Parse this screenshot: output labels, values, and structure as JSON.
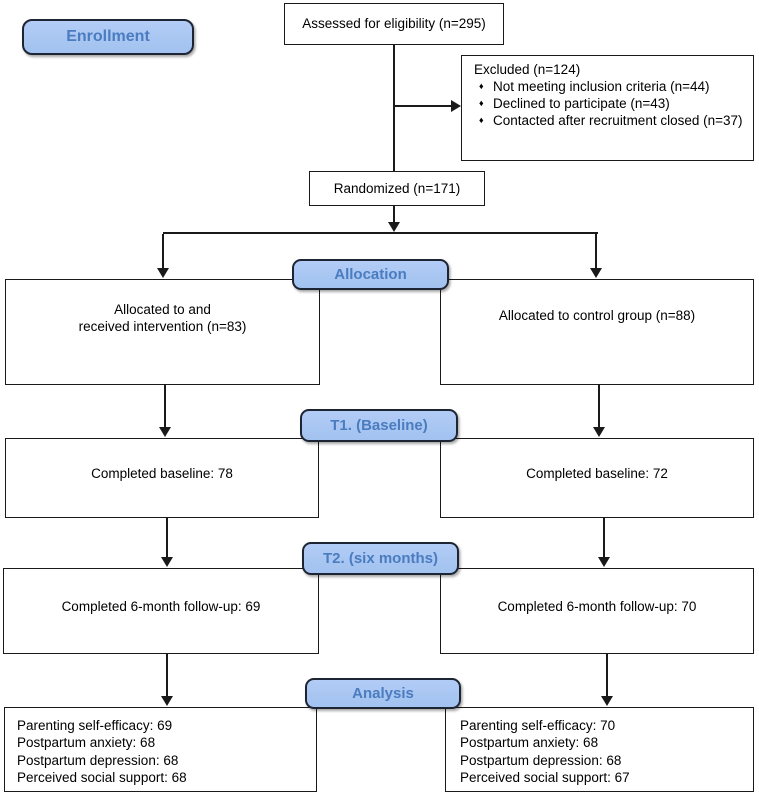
{
  "stages": {
    "enrollment": "Enrollment",
    "allocation": "Allocation",
    "t1": "T1. (Baseline)",
    "t2": "T2. (six months)",
    "analysis": "Analysis"
  },
  "assessed": "Assessed for eligibility (n=295)",
  "excluded": {
    "title": "Excluded (n=124)",
    "bullet": "♦",
    "items": [
      "Not meeting inclusion criteria (n=44)",
      "Declined to participate (n=43)",
      "Contacted after recruitment closed (n=37)"
    ]
  },
  "randomized": "Randomized (n=171)",
  "allocation": {
    "left": [
      "Allocated to and",
      "received intervention (n=83)"
    ],
    "right": [
      "Allocated to control group (n=88)"
    ]
  },
  "t1": {
    "left": "Completed baseline: 78",
    "right": "Completed baseline: 72"
  },
  "t2": {
    "left": "Completed 6-month follow-up: 69",
    "right": "Completed 6-month follow-up: 70"
  },
  "analysis": {
    "left": [
      "Parenting self-efficacy: 69",
      "Postpartum anxiety: 68",
      "Postpartum depression: 68",
      "Perceived social support: 68"
    ],
    "right": [
      "Parenting self-efficacy: 70",
      "Postpartum anxiety: 68",
      "Postpartum depression: 68",
      "Perceived social support: 67"
    ]
  },
  "colors": {
    "stage_fill": "#a9c7f2",
    "stage_text": "#4a7cbf",
    "stage_border": "#1d2433",
    "line": "#1a1a1a",
    "box_background": "#ffffff"
  }
}
